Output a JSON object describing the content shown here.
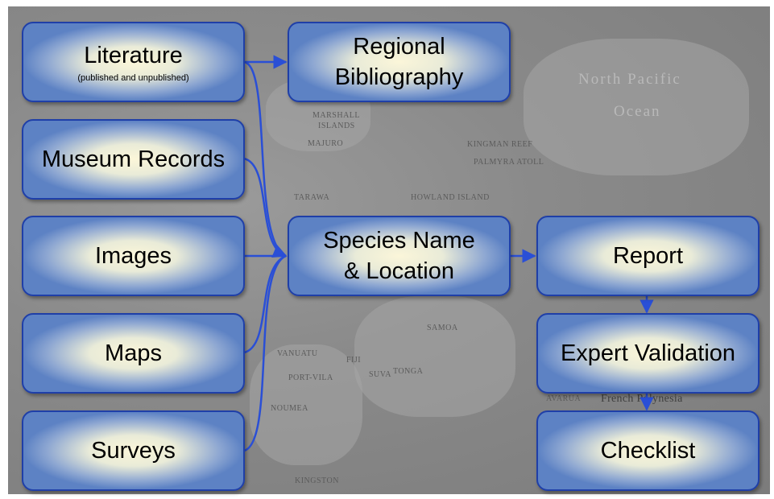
{
  "boxes": {
    "literature": {
      "label": "Literature",
      "sub": "(published and unpublished)"
    },
    "museum": {
      "label": "Museum Records"
    },
    "images": {
      "label": "Images"
    },
    "maps": {
      "label": "Maps"
    },
    "surveys": {
      "label": "Surveys"
    },
    "bibliography": {
      "line1": "Regional",
      "line2": "Bibliography"
    },
    "species": {
      "line1": "Species Name",
      "line2": "& Location"
    },
    "report": {
      "label": "Report"
    },
    "validation": {
      "label": "Expert Validation"
    },
    "checklist": {
      "label": "Checklist"
    }
  },
  "map_labels": {
    "north_pacific": "North Pacific",
    "ocean": "Ocean",
    "marshall": "Marshall",
    "islands": "Islands",
    "majuro": "Majuro",
    "tarawa": "Tarawa",
    "kingman": "Kingman Reef",
    "palmyra": "Palmyra Atoll",
    "howland": "Howland Island",
    "samoa": "Samoa",
    "vanuatu": "Vanuatu",
    "fiji": "Fiji",
    "tonga": "Tonga",
    "suva": "Suva",
    "port_vila": "Port-Vila",
    "noumea": "Noumea",
    "kingston": "Kingston",
    "french_polynesia": "French Polynesia",
    "avarua": "Avarua"
  },
  "colors": {
    "arrow": "#2a4fd6",
    "box_border": "#1f3fa8"
  }
}
